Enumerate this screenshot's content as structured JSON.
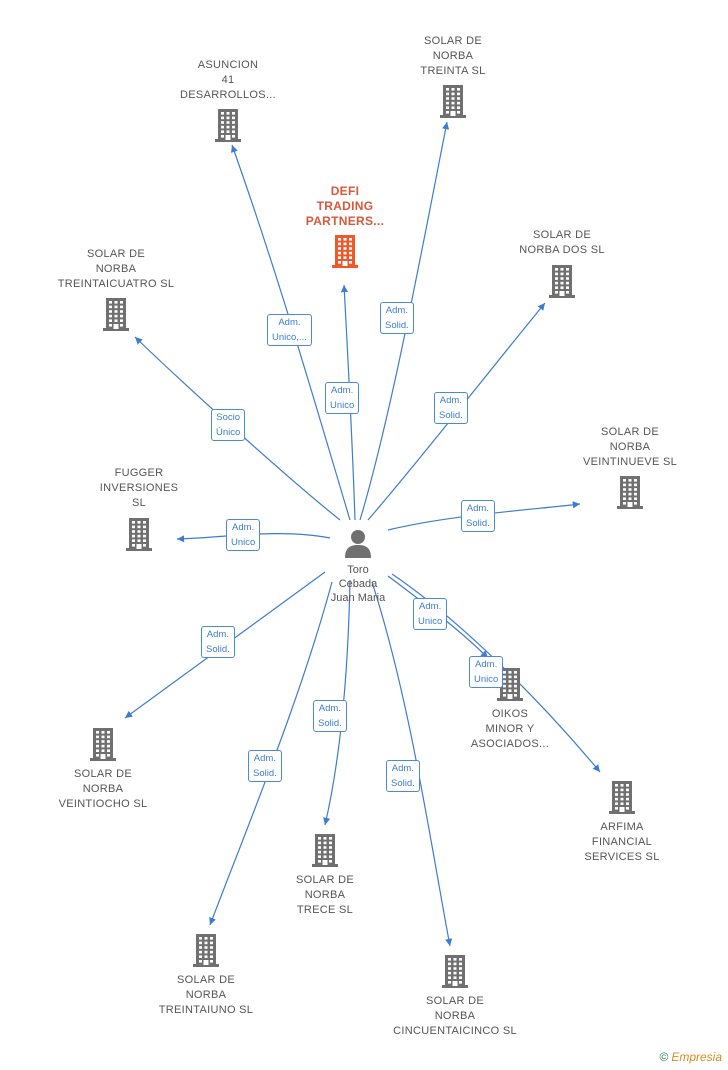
{
  "person": {
    "name": "Toro\nCebada\nJuan Maria"
  },
  "nodes": [
    {
      "id": "asuncion",
      "label": "ASUNCION\n41\nDESARROLLOS...",
      "color": "#707070"
    },
    {
      "id": "defi",
      "label": "DEFI\nTRADING\nPARTNERS...",
      "color": "#f0582a"
    },
    {
      "id": "treinta",
      "label": "SOLAR DE\nNORBA\nTREINTA SL",
      "color": "#707070"
    },
    {
      "id": "dos",
      "label": "SOLAR DE\nNORBA DOS SL",
      "color": "#707070"
    },
    {
      "id": "treintaicuatro",
      "label": "SOLAR DE\nNORBA\nTREINTAICUATRO SL",
      "color": "#707070"
    },
    {
      "id": "veintinueve",
      "label": "SOLAR DE\nNORBA\nVEINTINUEVE SL",
      "color": "#707070"
    },
    {
      "id": "fugger",
      "label": "FUGGER\nINVERSIONES\nSL",
      "color": "#707070"
    },
    {
      "id": "oikos",
      "label": "OIKOS\nMINOR Y\nASOCIADOS...",
      "color": "#707070"
    },
    {
      "id": "veintiocho",
      "label": "SOLAR DE\nNORBA\nVEINTIOCHO SL",
      "color": "#707070"
    },
    {
      "id": "arfima",
      "label": "ARFIMA\nFINANCIAL\nSERVICES  SL",
      "color": "#707070"
    },
    {
      "id": "trece",
      "label": "SOLAR DE\nNORBA\nTRECE SL",
      "color": "#707070"
    },
    {
      "id": "treintaiuno",
      "label": "SOLAR DE\nNORBA\nTREINTAIUNO SL",
      "color": "#707070"
    },
    {
      "id": "cincuentaicinco",
      "label": "SOLAR DE\nNORBA\nCINCUENTAICINCO SL",
      "color": "#707070"
    }
  ],
  "edges": [
    {
      "to": "asuncion",
      "label": "Adm.\nUnico,..."
    },
    {
      "to": "defi",
      "label": "Adm.\nUnico"
    },
    {
      "to": "treinta",
      "label": "Adm.\nSolid."
    },
    {
      "to": "dos",
      "label": "Adm.\nSolid."
    },
    {
      "to": "treintaicuatro",
      "label": "Socio\nÚnico"
    },
    {
      "to": "veintinueve",
      "label": "Adm.\nSolid."
    },
    {
      "to": "fugger",
      "label": "Adm.\nUnico"
    },
    {
      "to": "oikos",
      "label": "Adm.\nUnico"
    },
    {
      "to": "arfima",
      "label": "Adm.\nUnico"
    },
    {
      "to": "veintiocho",
      "label": "Adm.\nSolid."
    },
    {
      "to": "trece",
      "label": "Adm.\nSolid."
    },
    {
      "to": "treintaiuno",
      "label": "Adm.\nSolid."
    },
    {
      "to": "cincuentaicinco",
      "label": "Adm.\nSolid."
    }
  ],
  "footer": {
    "copyright": "©",
    "brand": "Empresia"
  }
}
